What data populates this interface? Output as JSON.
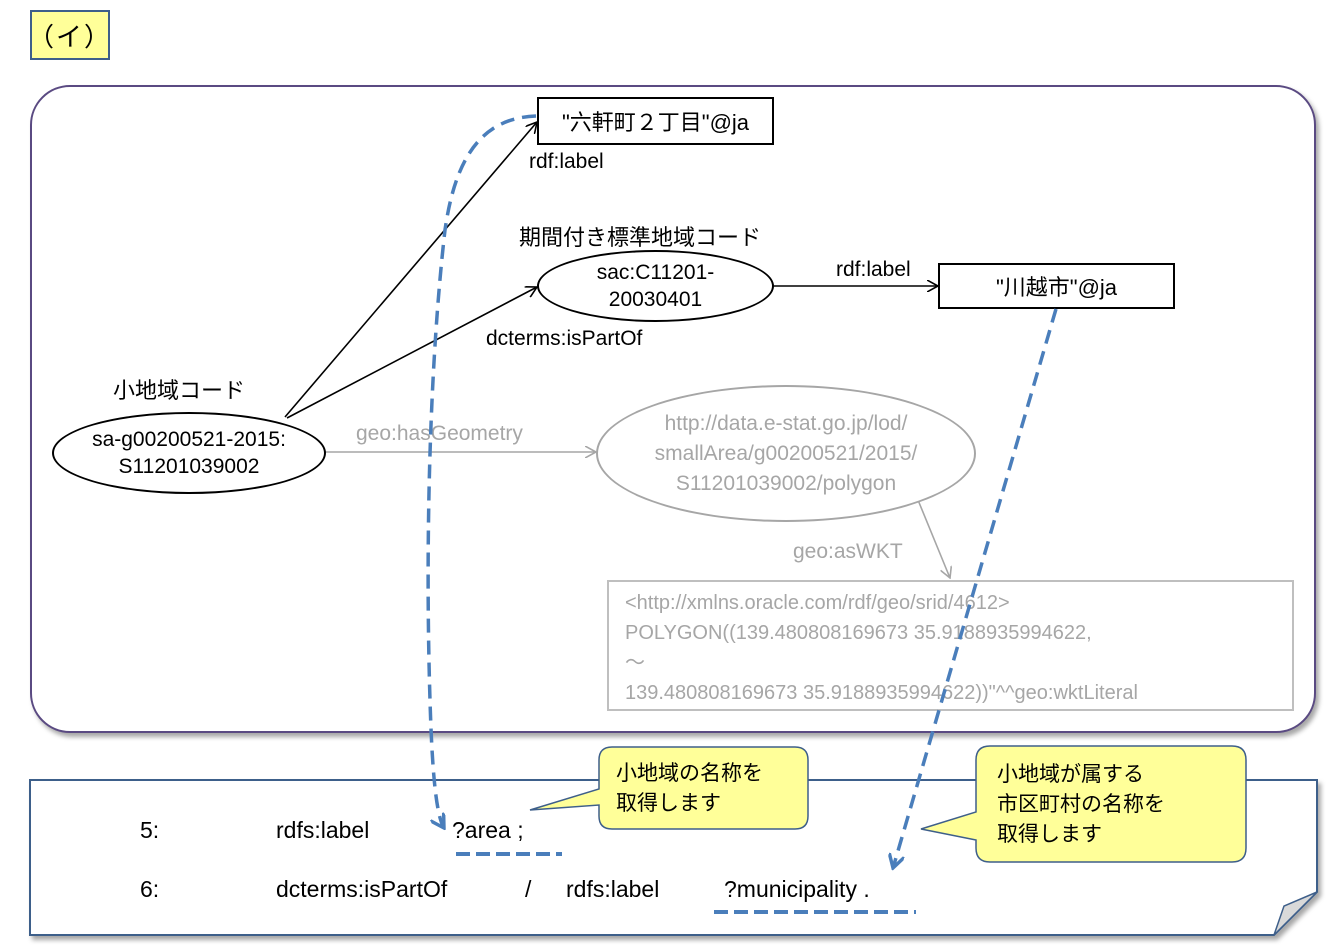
{
  "title_badge": "（イ）",
  "nodes": {
    "area_label_literal": "\"六軒町２丁目\"@ja",
    "municipality_literal": "\"川越市\"@ja",
    "sac_caption": "期間付き標準地域コード",
    "sac_node": [
      "sac:C11201-",
      "20030401"
    ],
    "small_area_caption": "小地域コード",
    "small_area_node": [
      "sa-g00200521-2015:",
      "S11201039002"
    ],
    "geometry_node": [
      "http://data.e-stat.go.jp/lod/",
      "smallArea/g00200521/2015/",
      "S11201039002/polygon"
    ],
    "wkt_literal": [
      "<http://xmlns.oracle.com/rdf/geo/srid/4612>",
      "POLYGON((139.480808169673 35.9188935994622,",
      "～",
      "139.480808169673 35.9188935994622))\"^^geo:wktLiteral"
    ]
  },
  "edges": {
    "rdf_label_top": "rdf:label",
    "rdf_label_right": "rdf:label",
    "is_part_of": "dcterms:isPartOf",
    "has_geometry": "geo:hasGeometry",
    "as_wkt": "geo:asWKT"
  },
  "query": {
    "line5": {
      "num": "5:",
      "predicate": "rdfs:label",
      "var": "?area ;"
    },
    "line6": {
      "num": "6:",
      "predicate1": "dcterms:isPartOf",
      "slash": "/",
      "predicate2": "rdfs:label",
      "var": "?municipality ."
    }
  },
  "callouts": {
    "area": [
      "小地域の名称を",
      "取得します"
    ],
    "municipality": [
      "小地域が属する",
      "市区町村の名称を",
      "取得します"
    ]
  },
  "colors": {
    "accent_dash": "#4a7ebb",
    "frame_border": "#5a4a82",
    "callout_fill": "#ffff99",
    "callout_border": "#3e5f8a",
    "muted": "#a6a6a6"
  }
}
